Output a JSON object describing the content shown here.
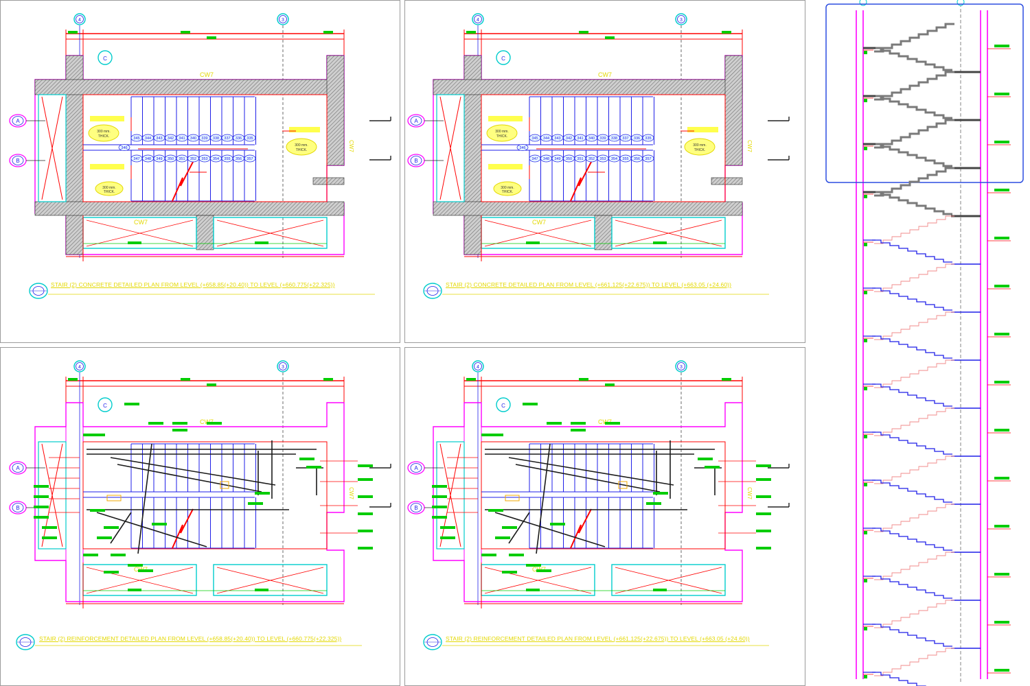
{
  "colors": {
    "wall": "#ff00ff",
    "red": "#ff0000",
    "blue": "#1e1ee8",
    "green": "#00cc00",
    "cyan": "#00cccc",
    "yellow": "#e3d800",
    "hatch": "#8a8a8a",
    "dark": "#202020"
  },
  "sheets": [
    {
      "id": "tl",
      "type": "concrete",
      "title": "STAIR (2) CONCRETE DETAILED  PLAN FROM LEVEL  (+658.85(+20.40)) TO LEVEL  (+660.775(+22.325))",
      "grid_left": "4",
      "grid_right": "3",
      "row_a": "A",
      "row_b": "B",
      "cw_top": "CW7",
      "cw_bottom": "CW7",
      "cw_side": "CW7",
      "thick_left": "300 mm. THICK.",
      "thick_right": "300 mm. THICK.",
      "steps_top": [
        "345",
        "344",
        "343",
        "342",
        "341",
        "340",
        "339",
        "338",
        "337",
        "336",
        "335"
      ],
      "steps_mid": "346",
      "steps_bottom": [
        "347",
        "348",
        "349",
        "350",
        "351",
        "352",
        "353",
        "354",
        "355",
        "356",
        "357"
      ]
    },
    {
      "id": "tr",
      "type": "concrete",
      "title": "STAIR (2) CONCRETE DETAILED  PLAN FROM LEVEL  (+661.125(+22.675)) TO LEVEL  (+663.05 (+24.60))",
      "grid_left": "4",
      "grid_right": "3",
      "row_a": "A",
      "row_b": "B",
      "cw_top": "CW7",
      "cw_bottom": "CW7",
      "cw_side": "CW7",
      "thick_left": "300 mm. THICK.",
      "thick_right": "300 mm. THICK.",
      "steps_top": [
        "345",
        "344",
        "343",
        "342",
        "341",
        "340",
        "339",
        "338",
        "337",
        "336",
        "335"
      ],
      "steps_mid": "346",
      "steps_bottom": [
        "347",
        "348",
        "349",
        "350",
        "351",
        "352",
        "353",
        "354",
        "355",
        "356",
        "357"
      ]
    },
    {
      "id": "bl",
      "type": "reinforcement",
      "title": "STAIR (2) REINFORCEMENT DETAILED  PLAN FROM LEVEL  (+658.85(+20.40)) TO LEVEL  (+660.775(+22.325))",
      "grid_left": "4",
      "grid_right": "3",
      "row_a": "A",
      "row_b": "B",
      "cw_top": "CW7",
      "cw_bottom": "CW7",
      "cw_side": "CW7"
    },
    {
      "id": "br",
      "type": "reinforcement",
      "title": "STAIR (2) REINFORCEMENT DETAILED  PLAN FROM LEVEL  (+661.125(+22.675)) TO LEVEL  (+663.05 (+24.60))",
      "grid_left": "4",
      "grid_right": "3",
      "row_a": "A",
      "row_b": "B",
      "cw_top": "CW7",
      "cw_bottom": "CW7",
      "cw_side": "CW7"
    }
  ],
  "section": {
    "flights": 14,
    "highlight_flights": 4
  }
}
